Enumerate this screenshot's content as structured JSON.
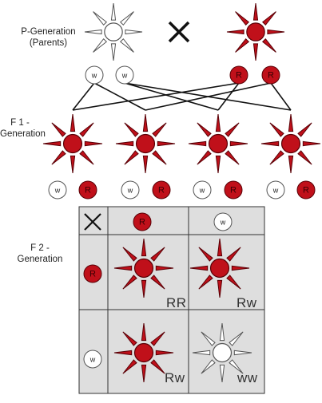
{
  "labels": {
    "p_generation": "P-Generation\n(Parents)",
    "f1_generation": "F 1 -\nGeneration",
    "f2_generation": "F 2 -\nGeneration"
  },
  "alleles": {
    "white": "w",
    "red": "R"
  },
  "cross_symbol": "✕",
  "parents": [
    "white",
    "red"
  ],
  "parent_alleles": [
    [
      "w",
      "w"
    ],
    [
      "R",
      "R"
    ]
  ],
  "f1_flowers": [
    "red",
    "red",
    "red",
    "red"
  ],
  "f1_alleles": [
    [
      "w",
      "R"
    ],
    [
      "w",
      "R"
    ],
    [
      "w",
      "R"
    ],
    [
      "w",
      "R"
    ]
  ],
  "punnett": {
    "column_headers": [
      "R",
      "w"
    ],
    "row_headers": [
      "R",
      "w"
    ],
    "cells": [
      {
        "genotype": "RR",
        "flower": "red"
      },
      {
        "genotype": "Rw",
        "flower": "red"
      },
      {
        "genotype": "Rw",
        "flower": "red"
      },
      {
        "genotype": "ww",
        "flower": "white"
      }
    ]
  },
  "colors": {
    "red_fill": "#c0101a",
    "red_stroke": "#5a0006",
    "white_fill": "#ffffff",
    "white_stroke": "#555555",
    "grid_bg": "#dedede",
    "grid_line": "#333333",
    "line": "#111111"
  }
}
